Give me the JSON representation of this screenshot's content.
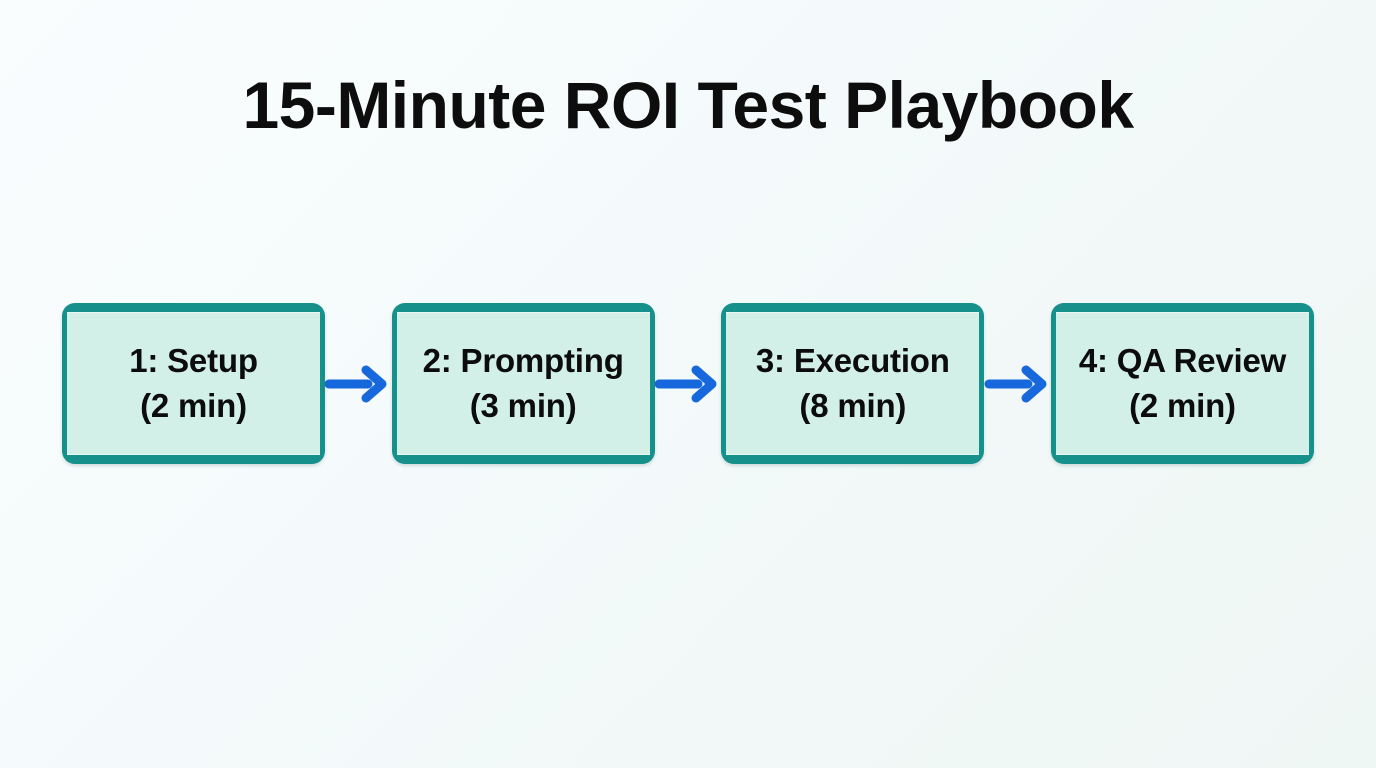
{
  "page": {
    "title": "15-Minute ROI Test Playbook",
    "background_start": "#FAFDFE",
    "background_end": "#EFF7F5",
    "title_color": "#0D0D0D"
  },
  "theme": {
    "node_border_color": "#15908A",
    "node_fill_color": "#D2EFE8",
    "node_text_color": "#0C0C0C",
    "arrow_color": "#1668DC"
  },
  "diagram": {
    "type": "flowchart",
    "orientation": "left-to-right",
    "connector_icon": "arrow-right-icon",
    "steps": [
      {
        "index": "1",
        "label": "1: Setup",
        "duration": "(2 min)",
        "minutes": 2
      },
      {
        "index": "2",
        "label": "2: Prompting",
        "duration": "(3 min)",
        "minutes": 3
      },
      {
        "index": "3",
        "label": "3: Execution",
        "duration": "(8 min)",
        "minutes": 8
      },
      {
        "index": "4",
        "label": "4: QA Review",
        "duration": "(2 min)",
        "minutes": 2
      }
    ]
  }
}
